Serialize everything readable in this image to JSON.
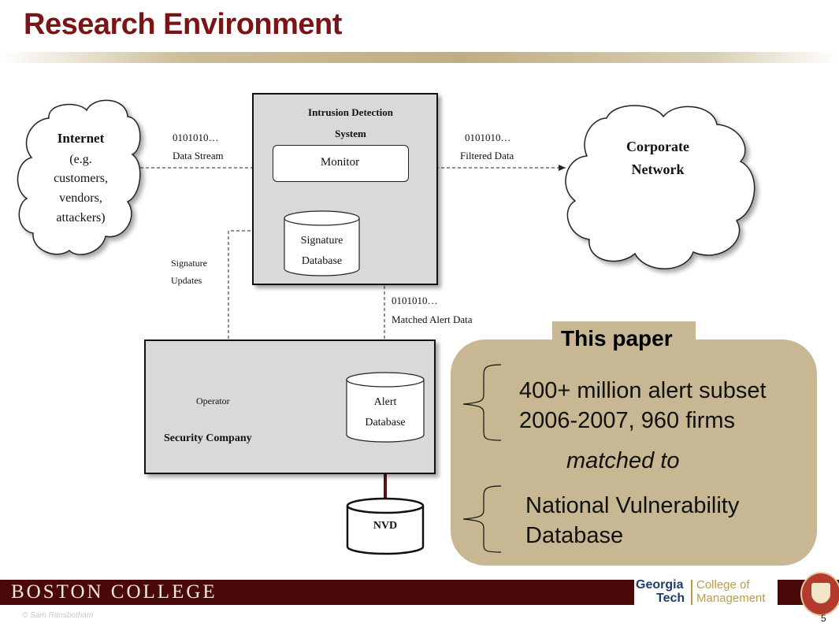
{
  "title": "Research Environment",
  "internet": {
    "title": "Internet",
    "lines": [
      "(e.g.",
      "customers,",
      "vendors,",
      "attackers)"
    ]
  },
  "corporate": {
    "lines": [
      "Corporate",
      "Network"
    ]
  },
  "ids": {
    "title_lines": [
      "Intrusion Detection",
      "System"
    ],
    "monitor": "Monitor",
    "signature_db": [
      "Signature",
      "Database"
    ]
  },
  "edges": {
    "data_stream": [
      "0101010…",
      "Data Stream"
    ],
    "filtered_data": [
      "0101010…",
      "Filtered Data"
    ],
    "signature_updates": [
      "Signature",
      "Updates"
    ],
    "matched_alert": [
      "0101010…",
      "Matched Alert Data"
    ]
  },
  "security": {
    "title": "Security Company",
    "operator": "Operator",
    "alert_db": [
      "Alert",
      "Database"
    ]
  },
  "nvd": "NVD",
  "paper": {
    "tab": "This paper",
    "line1": "400+ million alert subset",
    "line2": "2006-2007, 960 firms",
    "connector": "matched to",
    "line3": "National Vulnerability",
    "line4": "Database"
  },
  "footer": {
    "institution": "BOSTON COLLEGE",
    "gt_logo": [
      "Georgia",
      "Tech"
    ],
    "college": [
      "College of",
      "Management"
    ],
    "copyright": "© Sam Ransbotham",
    "page": "5"
  },
  "colors": {
    "title": "#7b1416",
    "panel": "#c7b792",
    "box": "#d9d9d9",
    "footer": "#4a0808"
  }
}
